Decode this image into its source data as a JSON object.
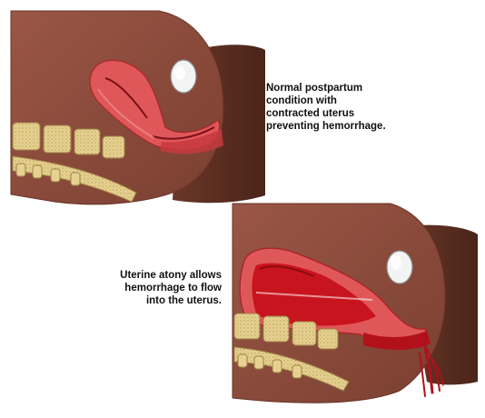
{
  "panels": {
    "normal": {
      "caption_lines": [
        "Normal postpartum",
        "condition with",
        "contracted uterus",
        "preventing hemorrhage."
      ]
    },
    "atony": {
      "caption_lines": [
        "Uterine atony allows",
        "hemorrhage to flow",
        "into the uterus."
      ]
    }
  },
  "colors": {
    "skin": "#8a4a3a",
    "skin_dark": "#5a2e22",
    "uterus": "#e0575a",
    "blood": "#c8141e",
    "bone": "#e9d79c",
    "bladder": "#f2f2f2"
  }
}
